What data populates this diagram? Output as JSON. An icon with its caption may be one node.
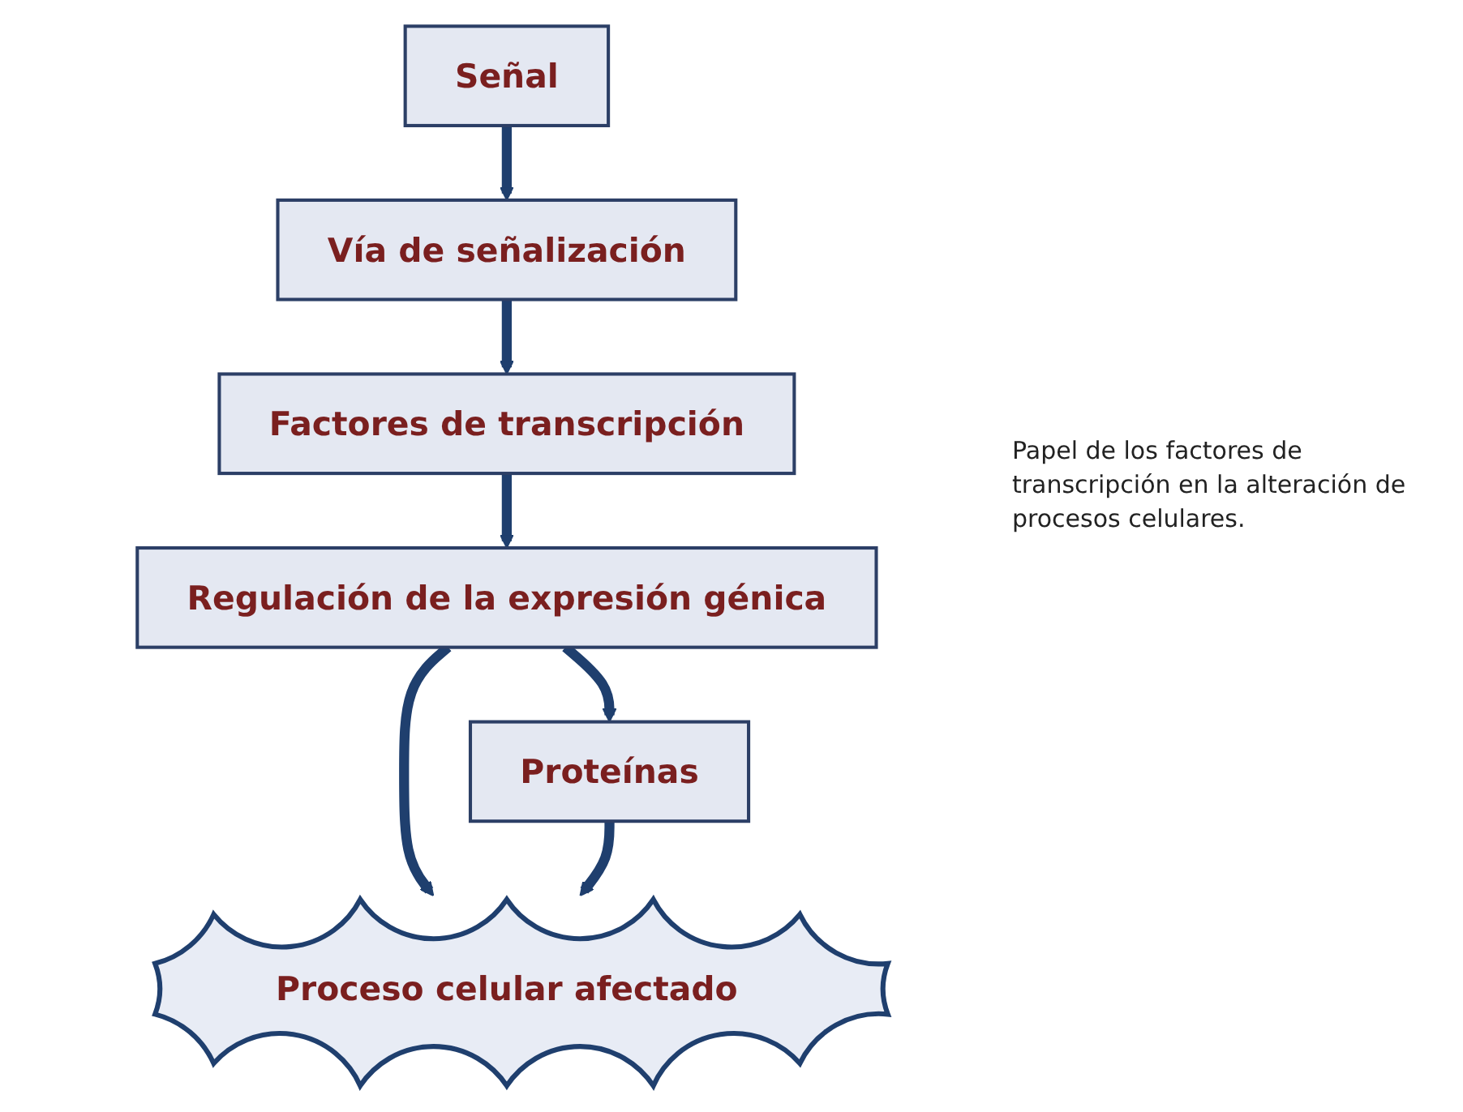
{
  "diagram": {
    "caption": "Papel de los factores de transcripción en la alteración de procesos celulares.",
    "nodes": [
      {
        "text": [
          "Señal"
        ]
      },
      {
        "text": [
          "Vía de señalización"
        ]
      },
      {
        "text": [
          "Factores de transcripción"
        ]
      },
      {
        "text": [
          "Regulación de la expresión génica"
        ]
      },
      {
        "text": [
          "Proteínas"
        ]
      },
      {
        "text": [
          "Proceso celular afectado"
        ]
      }
    ],
    "edges": [
      {
        "from": 0,
        "to": 1,
        "arrow": "to"
      },
      {
        "from": 1,
        "to": 2,
        "arrow": "to"
      },
      {
        "from": 2,
        "to": 3,
        "arrow": "to"
      },
      {
        "from": 3,
        "to": 5,
        "arrow": "to"
      },
      {
        "from": 3,
        "to": 4,
        "arrow": "to"
      },
      {
        "from": 4,
        "to": 5,
        "arrow": "to"
      }
    ]
  }
}
